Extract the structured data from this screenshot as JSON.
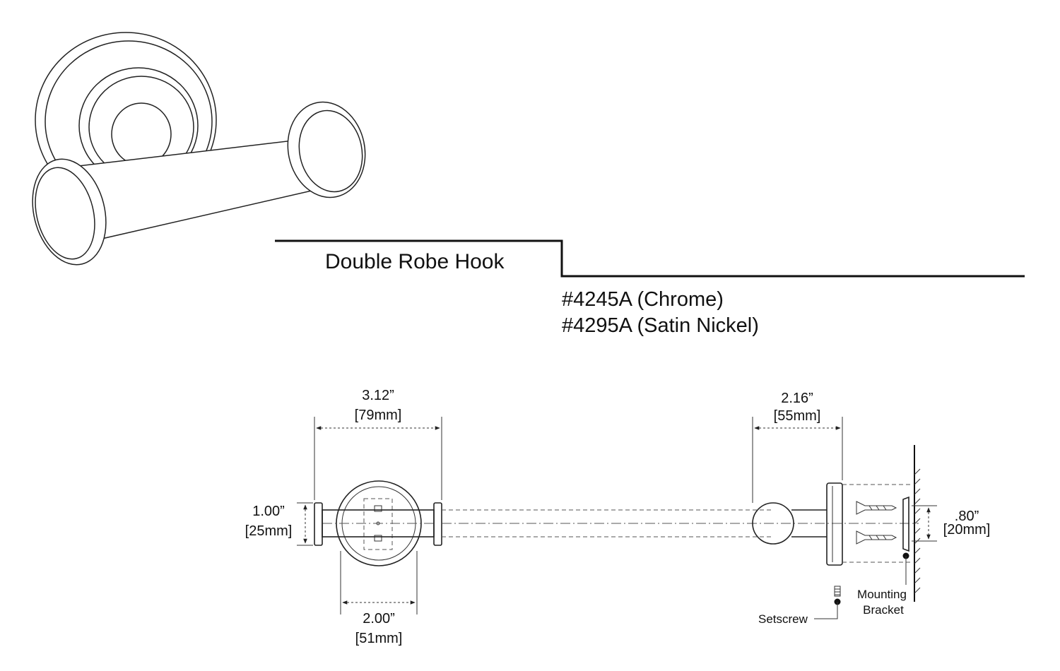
{
  "product": {
    "title": "Double Robe Hook",
    "skus": [
      "#4245A (Chrome)",
      "#4295A (Satin Nickel)"
    ]
  },
  "dimensions": {
    "overall_width": {
      "imperial": "3.12”",
      "metric": "[79mm]"
    },
    "plate_width": {
      "imperial": "2.00”",
      "metric": "[51mm]"
    },
    "hook_height": {
      "imperial": "1.00”",
      "metric": "[25mm]"
    },
    "projection": {
      "imperial": "2.16”",
      "metric": "[55mm]"
    },
    "bracket_height": {
      "imperial": ".80”",
      "metric": "[20mm]"
    }
  },
  "callouts": {
    "setscrew": "Setscrew",
    "mounting_bracket_line1": "Mounting",
    "mounting_bracket_line2": "Bracket"
  }
}
